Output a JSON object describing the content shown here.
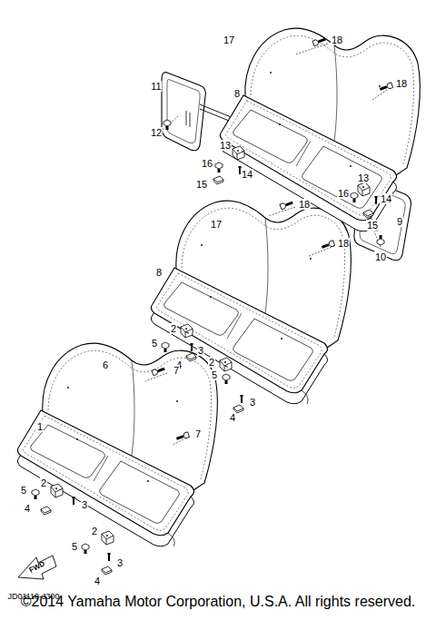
{
  "diagram": {
    "caption": "©2014 Yamaha Motor Corporation, U.S.A. All rights reserved.",
    "labels": [
      "17",
      "18",
      "18",
      "11",
      "8",
      "12",
      "13",
      "16",
      "14",
      "15",
      "13",
      "16",
      "14",
      "9",
      "15",
      "18",
      "10",
      "17",
      "18",
      "8",
      "2",
      "5",
      "3",
      "4",
      "7",
      "2",
      "5",
      "3",
      "4",
      "6",
      "7",
      "1",
      "2",
      "5",
      "3",
      "4",
      "2",
      "5",
      "3",
      "4",
      "FWD",
      "JD01110-J300"
    ]
  }
}
